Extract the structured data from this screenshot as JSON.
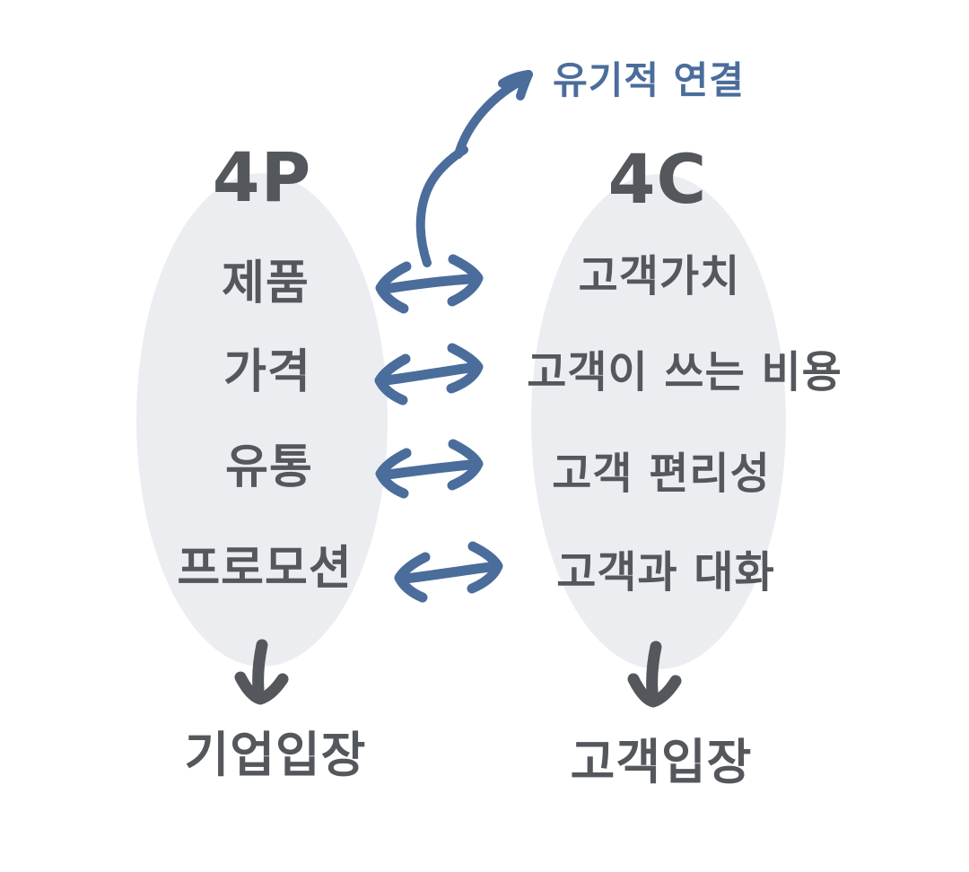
{
  "diagram": {
    "annotation": {
      "label": "유기적 연결"
    },
    "left_column": {
      "title": "4P",
      "items": [
        "제품",
        "가격",
        "유통",
        "프로모션"
      ],
      "footer": "기업입장"
    },
    "right_column": {
      "title": "4C",
      "items": [
        "고객가치",
        "고객이 쓰는 비용",
        "고객 편리성",
        "고객과 대화"
      ],
      "footer": "고객입장"
    },
    "colors": {
      "ink": "#54575c",
      "accent_blue": "#4b6d9b",
      "ellipse_fill": "#ebedf1"
    }
  }
}
